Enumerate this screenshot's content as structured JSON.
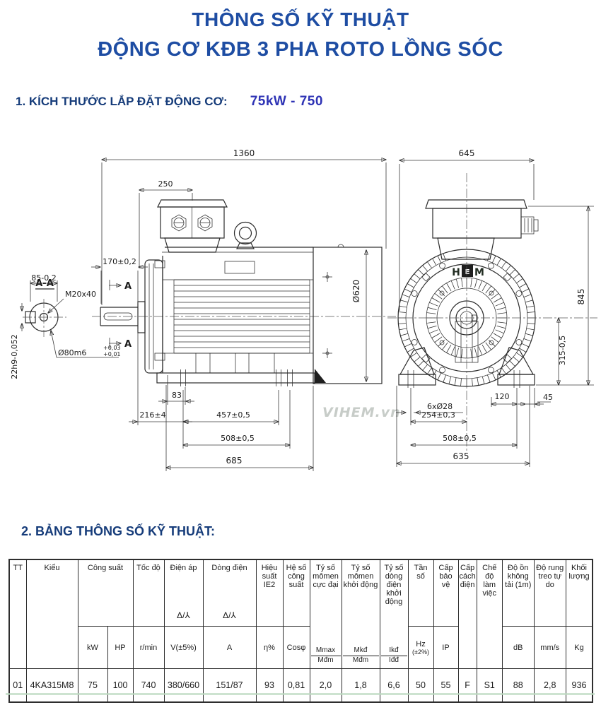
{
  "header": {
    "title_line1": "THÔNG SỐ KỸ THUẬT",
    "title_line2": "ĐỘNG CƠ KĐB 3 PHA ROTO LỒNG SÓC"
  },
  "section1": {
    "heading": "1. KÍCH THƯỚC LẮP ĐẶT ĐỘNG CƠ:",
    "model": "75kW - 750"
  },
  "section2": {
    "heading": "2. BẢNG THÔNG SỐ KỸ THUẬT:"
  },
  "drawing": {
    "watermark": "VIHEM.vn",
    "logo": {
      "h": "H",
      "e": "E",
      "m": "M"
    },
    "labels": {
      "section_view": "A-A",
      "marker_a": "A",
      "dim_85": "85-0,2",
      "key_width": "22h9-0,052",
      "thread": "M20x40",
      "shaft_dia": "Ø80m6",
      "shaft_tol_top": "+0,03",
      "shaft_tol_bot": "+0,01",
      "dim_1360": "1360",
      "dim_250": "250",
      "dim_170": "170±0,2",
      "dim_620": "Ø620",
      "dim_83": "83",
      "dim_216": "216±4",
      "dim_457": "457±0,5",
      "dim_508_side": "508±0,5",
      "dim_685": "685",
      "dim_645": "645",
      "dim_845": "845",
      "dim_315": "315-0,5",
      "dim_6x28": "6xØ28",
      "dim_120": "120",
      "dim_45": "45",
      "dim_254": "254±0,3",
      "dim_508_front": "508±0,5",
      "dim_635": "635"
    }
  },
  "table": {
    "headers": {
      "tt": "TT",
      "kieu": "Kiểu",
      "cong_suat": "Công suất",
      "toc_do": "Tốc độ",
      "dien_ap": "Điện áp",
      "dong_dien": "Dòng điện",
      "delta_wye": "Δ/⅄",
      "hieu_suat": "Hiệu suất IE2",
      "he_so": "Hệ số công suất",
      "ty_so_momen_max": "Tỷ số mômen cực đại",
      "ty_so_momen_kd": "Tỷ số mômen khởi động",
      "ty_so_dong_kd": "Tỷ số dòng điện khởi động",
      "tan_so": "Tần số",
      "cap_bao_ve": "Cấp bảo vệ",
      "cap_cach_dien": "Cấp cách điện",
      "che_do": "Chế độ làm việc",
      "do_on": "Độ ồn không tải (1m)",
      "do_rung": "Độ rung treo tự do",
      "khoi_luong": "Khối lượng"
    },
    "units": {
      "kw": "kW",
      "hp": "HP",
      "rpm": "r/min",
      "v": "V(±5%)",
      "a": "A",
      "eta": "η%",
      "cos": "Cosφ",
      "mmax_num": "Mmax",
      "mmax_den": "Mđm",
      "mkd_num": "Mkđ",
      "mkd_den": "Mđm",
      "ikd_num": "Ikđ",
      "ikd_den": "Iđđ",
      "hz": "Hz",
      "hz_tol": "(±2%)",
      "ip": "IP",
      "db": "dB",
      "mms": "mm/s",
      "kg": "Kg"
    },
    "row": {
      "tt": "01",
      "model": "4KA315M8",
      "kw": "75",
      "hp": "100",
      "rpm": "740",
      "v": "380/660",
      "a": "151/87",
      "eta": "93",
      "cos": "0,81",
      "mmax": "2,0",
      "mkd": "1,8",
      "ikd": "6,6",
      "hz": "50",
      "ip": "55",
      "insulation": "F",
      "duty": "S1",
      "db": "88",
      "vib": "2,8",
      "kg": "936"
    }
  }
}
